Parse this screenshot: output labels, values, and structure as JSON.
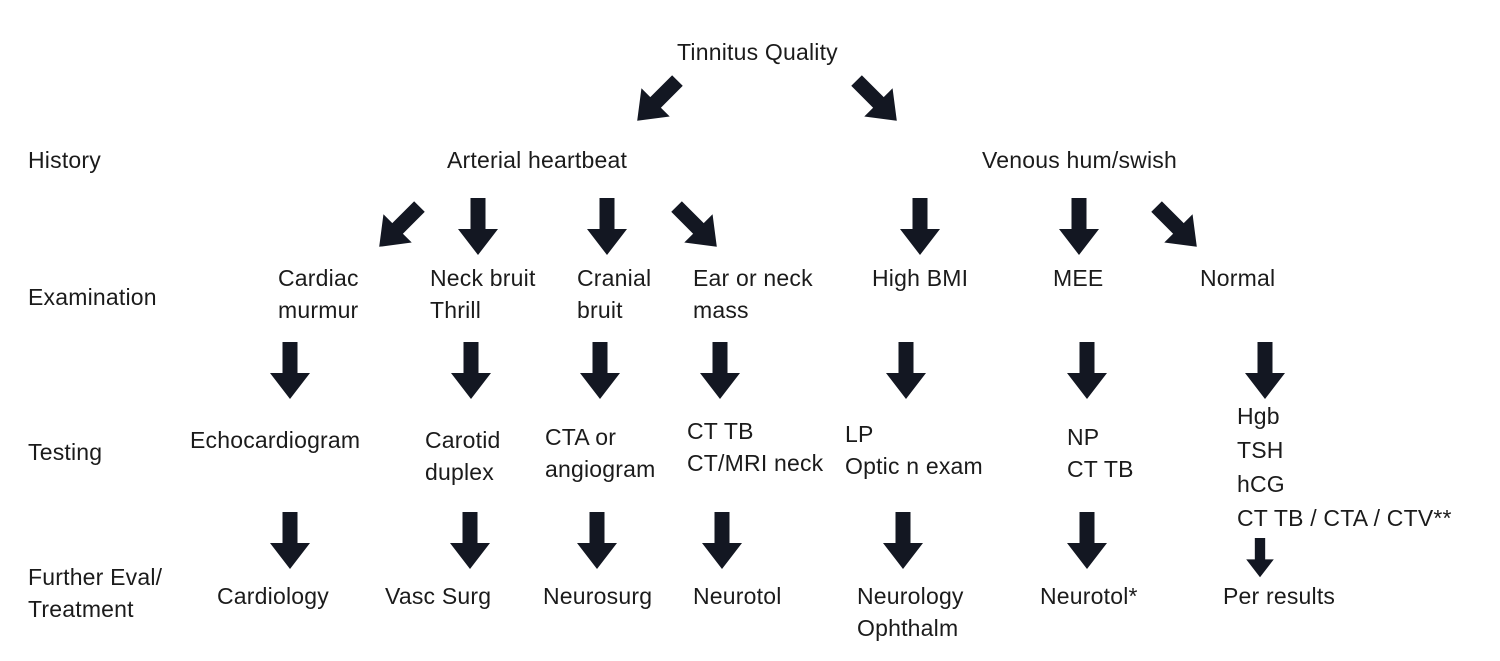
{
  "title": "Tinnitus Quality",
  "row_labels": {
    "history": "History",
    "examination": "Examination",
    "testing": "Testing",
    "further": "Further Eval/\nTreatment"
  },
  "branches": {
    "arterial": "Arterial heartbeat",
    "venous": "Venous hum/swish"
  },
  "columns": [
    {
      "exam": "Cardiac\nmurmur",
      "testing": "Echocardiogram",
      "treatment": "Cardiology"
    },
    {
      "exam": "Neck bruit\nThrill",
      "testing": "Carotid\nduplex",
      "treatment": "Vasc Surg"
    },
    {
      "exam": "Cranial\nbruit",
      "testing": "CTA or\nangiogram",
      "treatment": "Neurosurg"
    },
    {
      "exam": "Ear or neck\nmass",
      "testing": "CT TB\nCT/MRI neck",
      "treatment": "Neurotol"
    },
    {
      "exam": "High BMI",
      "testing": "LP\nOptic n exam",
      "treatment": "Neurology\nOphthalm"
    },
    {
      "exam": "MEE",
      "testing": "NP\nCT TB",
      "treatment": "Neurotol*"
    },
    {
      "exam": "Normal",
      "testing": "Hgb\nTSH\nhCG\nCT TB / CTA / CTV**",
      "treatment": "Per results"
    }
  ],
  "colors": {
    "background": "#ffffff",
    "text": "#1b1b1b",
    "arrow": "#131722"
  }
}
